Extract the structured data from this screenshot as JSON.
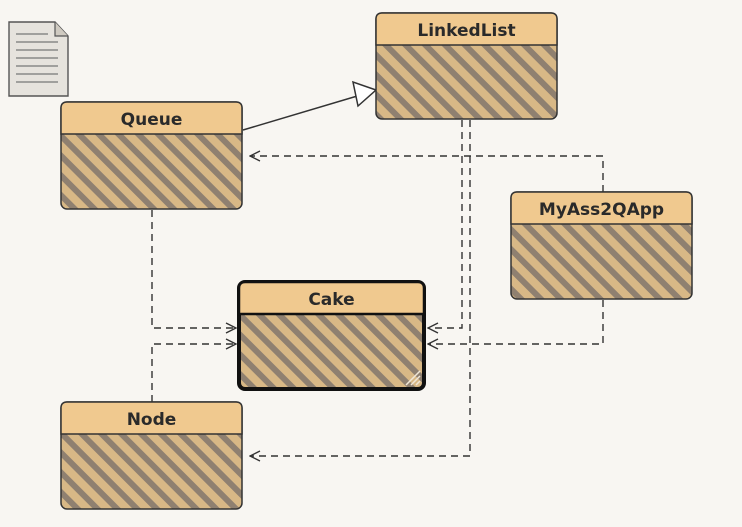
{
  "diagram": {
    "classes": [
      {
        "id": "linkedlist",
        "name": "LinkedList",
        "selected": false
      },
      {
        "id": "queue",
        "name": "Queue",
        "selected": false
      },
      {
        "id": "myass2qapp",
        "name": "MyAss2QApp",
        "selected": false
      },
      {
        "id": "cake",
        "name": "Cake",
        "selected": true
      },
      {
        "id": "node",
        "name": "Node",
        "selected": false
      }
    ],
    "note_icon": "note-document-icon",
    "colors": {
      "background": "#f8f6f2",
      "header_fill": "#f0c98f",
      "body_fill": "#d8b886",
      "hatch": "#8f8070",
      "border": "#333333"
    }
  }
}
